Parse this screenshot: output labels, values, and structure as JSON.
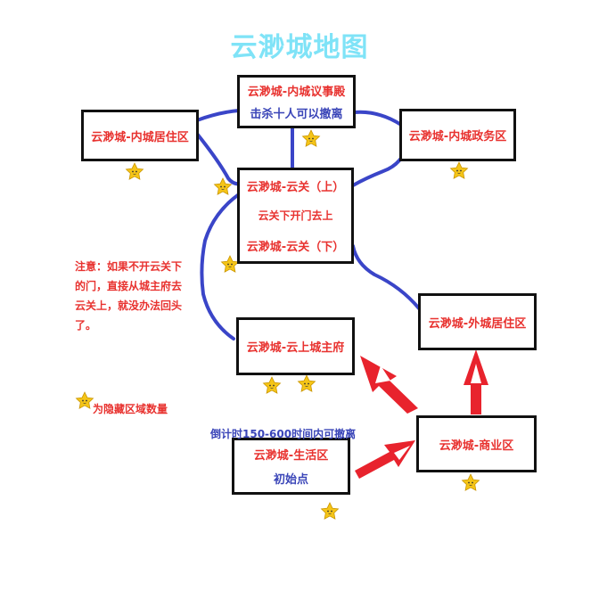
{
  "title": "云渺城地图",
  "zones": {
    "council_hall": {
      "name": "云渺城-内城议事殿",
      "note": "击杀十人可以撤离"
    },
    "inner_residential": {
      "name": "云渺城-内城居住区"
    },
    "inner_government": {
      "name": "云渺城-内城政务区"
    },
    "cloud_pass": {
      "upper": "云渺城-云关（上）",
      "middle": "云关下开门去上",
      "lower": "云渺城-云关（下）"
    },
    "outer_residential": {
      "name": "云渺城-外城居住区"
    },
    "cloud_mansion": {
      "name": "云渺城-云上城主府"
    },
    "commercial": {
      "name": "云渺城-商业区"
    },
    "living": {
      "name": "云渺城-生活区",
      "note": "初始点"
    }
  },
  "note": "注意：如果不开云关下的门，直接从城主府去云关上，就没办法回头了。",
  "legend": {
    "icon": "star-icon",
    "text": "为隐藏区域数量"
  },
  "countdown": "倒计时150-600时间内可撤离",
  "colors": {
    "title": "#7fe3f7",
    "red_text": "#e8322f",
    "blue_text": "#3a45b8",
    "blue_path": "#3a45c8",
    "arrow": "#e8232d",
    "star": "#f5c518"
  }
}
